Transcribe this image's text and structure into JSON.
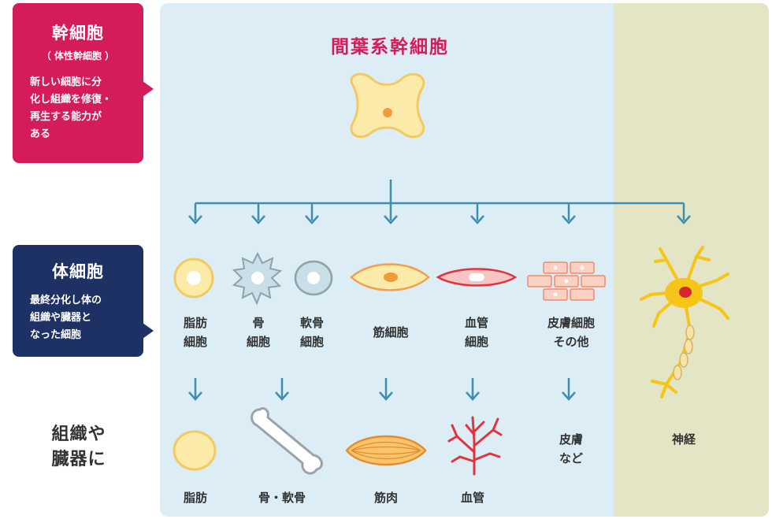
{
  "stem_box": {
    "title": "幹細胞",
    "subtitle": "（ 体性幹細胞 ）",
    "description": "新しい細胞に分\n化し組織を修復・\n再生する能力が\nある"
  },
  "somatic_box": {
    "title": "体細胞",
    "description": "最終分化し体の\n組織や臓器と\nなった細胞"
  },
  "main_title": "間葉系幹細胞",
  "cells": [
    {
      "id": "fat",
      "label": "脂肪\n細胞"
    },
    {
      "id": "bone",
      "label": "骨\n細胞"
    },
    {
      "id": "cartilage",
      "label": "軟骨\n細胞"
    },
    {
      "id": "muscle",
      "label": "筋細胞"
    },
    {
      "id": "vessel",
      "label": "血管\n細胞"
    },
    {
      "id": "skin",
      "label": "皮膚細胞\nその他"
    }
  ],
  "tissues_heading": "組織や\n臓器に",
  "tissues": [
    {
      "id": "fat",
      "label": "脂肪"
    },
    {
      "id": "bone",
      "label": "骨・軟骨"
    },
    {
      "id": "muscle",
      "label": "筋肉"
    },
    {
      "id": "vessel",
      "label": "血管"
    },
    {
      "id": "skin",
      "label": "皮膚\nなど"
    }
  ],
  "nerve_label": "神経",
  "colors": {
    "pink": "#d51c5b",
    "navy": "#1e3165",
    "light_blue": "#dcedf5",
    "olive": "#e4e5c5",
    "arrow": "#3c8fb0",
    "cell_fill": "#fbeaa8",
    "cell_stroke": "#f3c964",
    "nerve_yellow": "#f5c518",
    "vessel_red": "#e1343e"
  }
}
